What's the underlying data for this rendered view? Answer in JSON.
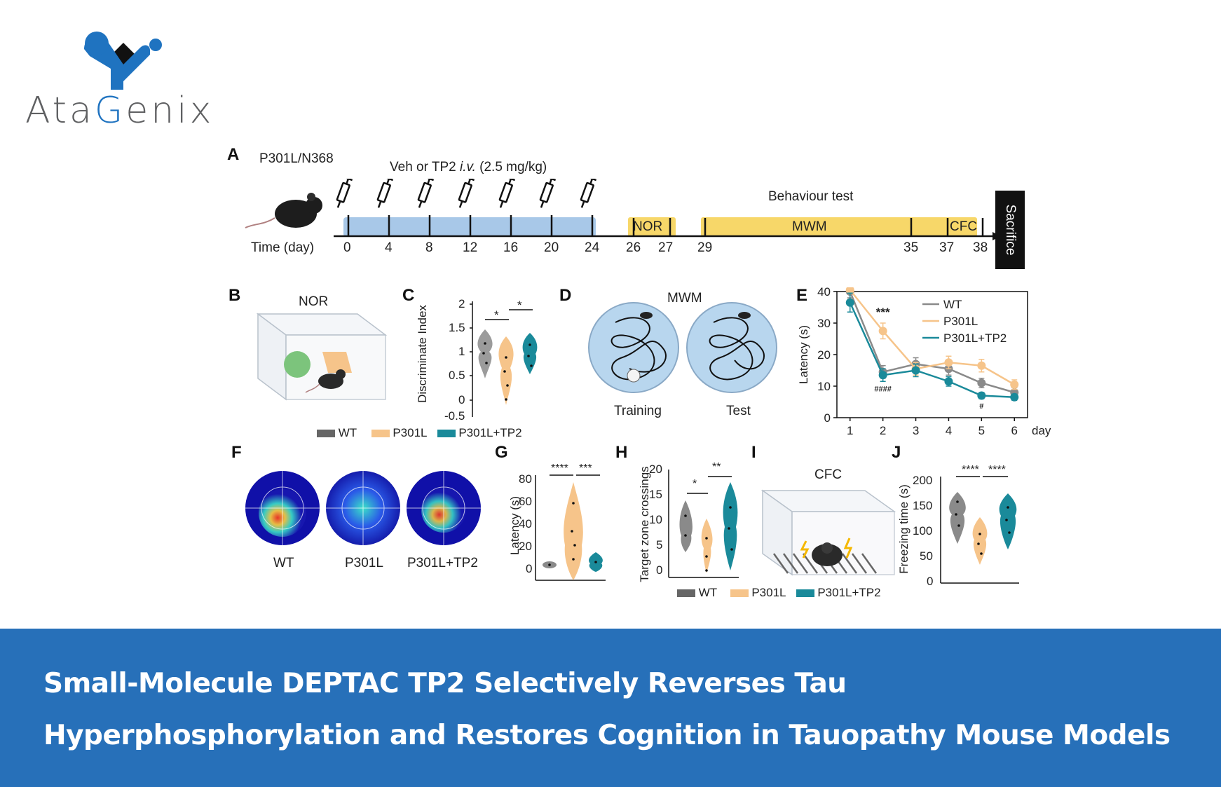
{
  "brand": {
    "name_prefix": "Ata",
    "name_accent": "G",
    "name_suffix": "enix",
    "colors": {
      "primary": "#1f73c0",
      "dark": "#111111",
      "gray": "#5f6062"
    }
  },
  "figure": {
    "panel_a": {
      "label": "A",
      "model": "P301L/N368",
      "treatment": "Veh or TP2",
      "treatment_route": "i.v.",
      "treatment_dose": "(2.5 mg/kg)",
      "axis_label": "Time (day)",
      "days": [
        "0",
        "4",
        "8",
        "12",
        "16",
        "20",
        "24",
        "26",
        "27",
        "29",
        "35",
        "37",
        "38"
      ],
      "behaviour_title": "Behaviour test",
      "tests": [
        "NOR",
        "MWM",
        "CFC"
      ],
      "end_label": "Sacrifice"
    },
    "panel_b": {
      "label": "B",
      "title": "NOR"
    },
    "panel_c": {
      "label": "C",
      "ylabel": "Discriminate Index",
      "yticks": [
        "2",
        "1.5",
        "1",
        "0.5",
        "0",
        "-0.5"
      ],
      "sig": [
        "*",
        "*"
      ]
    },
    "panel_d": {
      "label": "D",
      "title": "MWM",
      "sub": [
        "Training",
        "Test"
      ]
    },
    "panel_e": {
      "label": "E",
      "ylabel": "Latency (s)",
      "xlabel": "day"
    },
    "panel_f": {
      "label": "F",
      "sub": [
        "WT",
        "P301L",
        "P301L+TP2"
      ]
    },
    "panel_g": {
      "label": "G",
      "ylabel": "Latency (s)",
      "yticks": [
        "80",
        "60",
        "40",
        "20",
        "0"
      ],
      "sig": [
        "****",
        "***"
      ]
    },
    "panel_h": {
      "label": "H",
      "ylabel": "Target zone crossings",
      "yticks": [
        "20",
        "15",
        "10",
        "5",
        "0"
      ],
      "sig": [
        "*",
        "**"
      ]
    },
    "panel_i": {
      "label": "I",
      "title": "CFC"
    },
    "panel_j": {
      "label": "J",
      "ylabel": "Freezing time (s)",
      "yticks": [
        "200",
        "150",
        "100",
        "50",
        "0"
      ],
      "sig": [
        "****",
        "****"
      ]
    },
    "legend": [
      "WT",
      "P301L",
      "P301L+TP2"
    ],
    "colors": {
      "wt": "#8a8a8a",
      "p301l": "#f6c48a",
      "tp2": "#1a8a9a",
      "timeline": "#a8c8e8",
      "test_bar": "#f7d769"
    }
  },
  "chart_data": {
    "type": "line",
    "x": [
      1,
      2,
      3,
      4,
      5,
      6
    ],
    "xlabel": "day",
    "ylabel": "Latency (s)",
    "ylim": [
      0,
      40
    ],
    "yticks": [
      0,
      10,
      20,
      30,
      40
    ],
    "legend_position": "top-right",
    "series": [
      {
        "name": "WT",
        "color": "#8a8a8a",
        "values": [
          40,
          14.5,
          17,
          15.5,
          11,
          8
        ],
        "errors": [
          2,
          2,
          2,
          2,
          1.5,
          1.5
        ]
      },
      {
        "name": "P301L",
        "color": "#f6c48a",
        "values": [
          40.5,
          27.5,
          15.5,
          17.5,
          16.5,
          10.5
        ],
        "errors": [
          3,
          2.5,
          2,
          2,
          2,
          1.5
        ]
      },
      {
        "name": "P301L+TP2",
        "color": "#1a8a9a",
        "values": [
          36.5,
          13.5,
          15,
          11.5,
          7,
          6.5
        ],
        "errors": [
          3,
          2,
          2,
          1.5,
          1,
          1
        ]
      }
    ],
    "annotations": [
      {
        "x": 2,
        "text": "***",
        "position": "above"
      },
      {
        "x": 2,
        "text": "####",
        "position": "below"
      },
      {
        "x": 5,
        "text": "#",
        "position": "below"
      }
    ]
  },
  "headline": {
    "line1": "Small-Molecule DEPTAC TP2 Selectively Reverses Tau",
    "line2": "Hyperphosphorylation and Restores Cognition in Tauopathy Mouse Models"
  }
}
